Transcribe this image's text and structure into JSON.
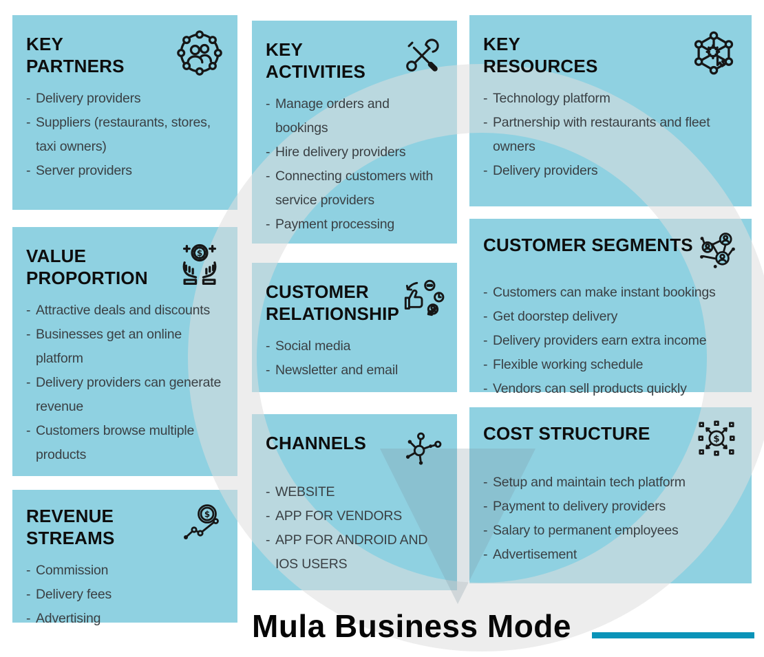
{
  "title": {
    "text": "Mula Business Mode"
  },
  "colors": {
    "card_background": "#8fd1e1",
    "accent_underline": "#0a93b8",
    "heading_text": "#0d0d0d",
    "body_text": "#3a4044",
    "watermark_gray": "#ededed",
    "icon_stroke": "#161616"
  },
  "boxes": {
    "key_partners": {
      "heading": "KEY\nPARTNERS",
      "icon": "team-network-icon",
      "items": [
        "Delivery providers",
        "Suppliers (restaurants, stores, taxi owners)",
        "Server providers"
      ]
    },
    "key_activities": {
      "heading": "KEY\nACTIVITIES",
      "icon": "tools-icon",
      "items": [
        "Manage orders and bookings",
        "Hire delivery providers",
        "Connecting customers with service providers",
        "Payment processing"
      ]
    },
    "key_resources": {
      "heading": "KEY\nRESOURCES",
      "icon": "network-gear-icon",
      "items": [
        "Technology platform",
        "Partnership with restaurants and fleet owners",
        "Delivery providers"
      ]
    },
    "value_proportion": {
      "heading": "VALUE\nPROPORTION",
      "icon": "hands-coin-icon",
      "items": [
        "Attractive deals and discounts",
        "Businesses get an online platform",
        "Delivery providers can generate revenue",
        "Customers browse multiple products"
      ]
    },
    "customer_relationship": {
      "heading": "CUSTOMER\nRELATIONSHIP",
      "icon": "feedback-loop-icon",
      "items": [
        "Social media",
        "Newsletter and email"
      ]
    },
    "customer_segments": {
      "heading": "CUSTOMER SEGMENTS",
      "icon": "user-segments-icon",
      "items": [
        "Customers can make instant bookings",
        "Get doorstep delivery",
        "Delivery providers earn extra income",
        "Flexible working schedule",
        "Vendors can sell products quickly"
      ]
    },
    "channels": {
      "heading": "CHANNELS",
      "icon": "network-node-icon",
      "items": [
        "WEBSITE",
        "APP FOR VENDORS",
        "APP FOR ANDROID AND IOS USERS"
      ]
    },
    "cost_structure": {
      "heading": "COST STRUCTURE",
      "icon": "cost-spread-icon",
      "items": [
        "Setup and maintain tech platform",
        "Payment to delivery providers",
        "Salary to permanent employees",
        "Advertisement"
      ]
    },
    "revenue_streams": {
      "heading": "REVENUE STREAMS",
      "icon": "coin-graph-icon",
      "items": [
        "Commission",
        "Delivery fees",
        "Advertising"
      ]
    }
  }
}
